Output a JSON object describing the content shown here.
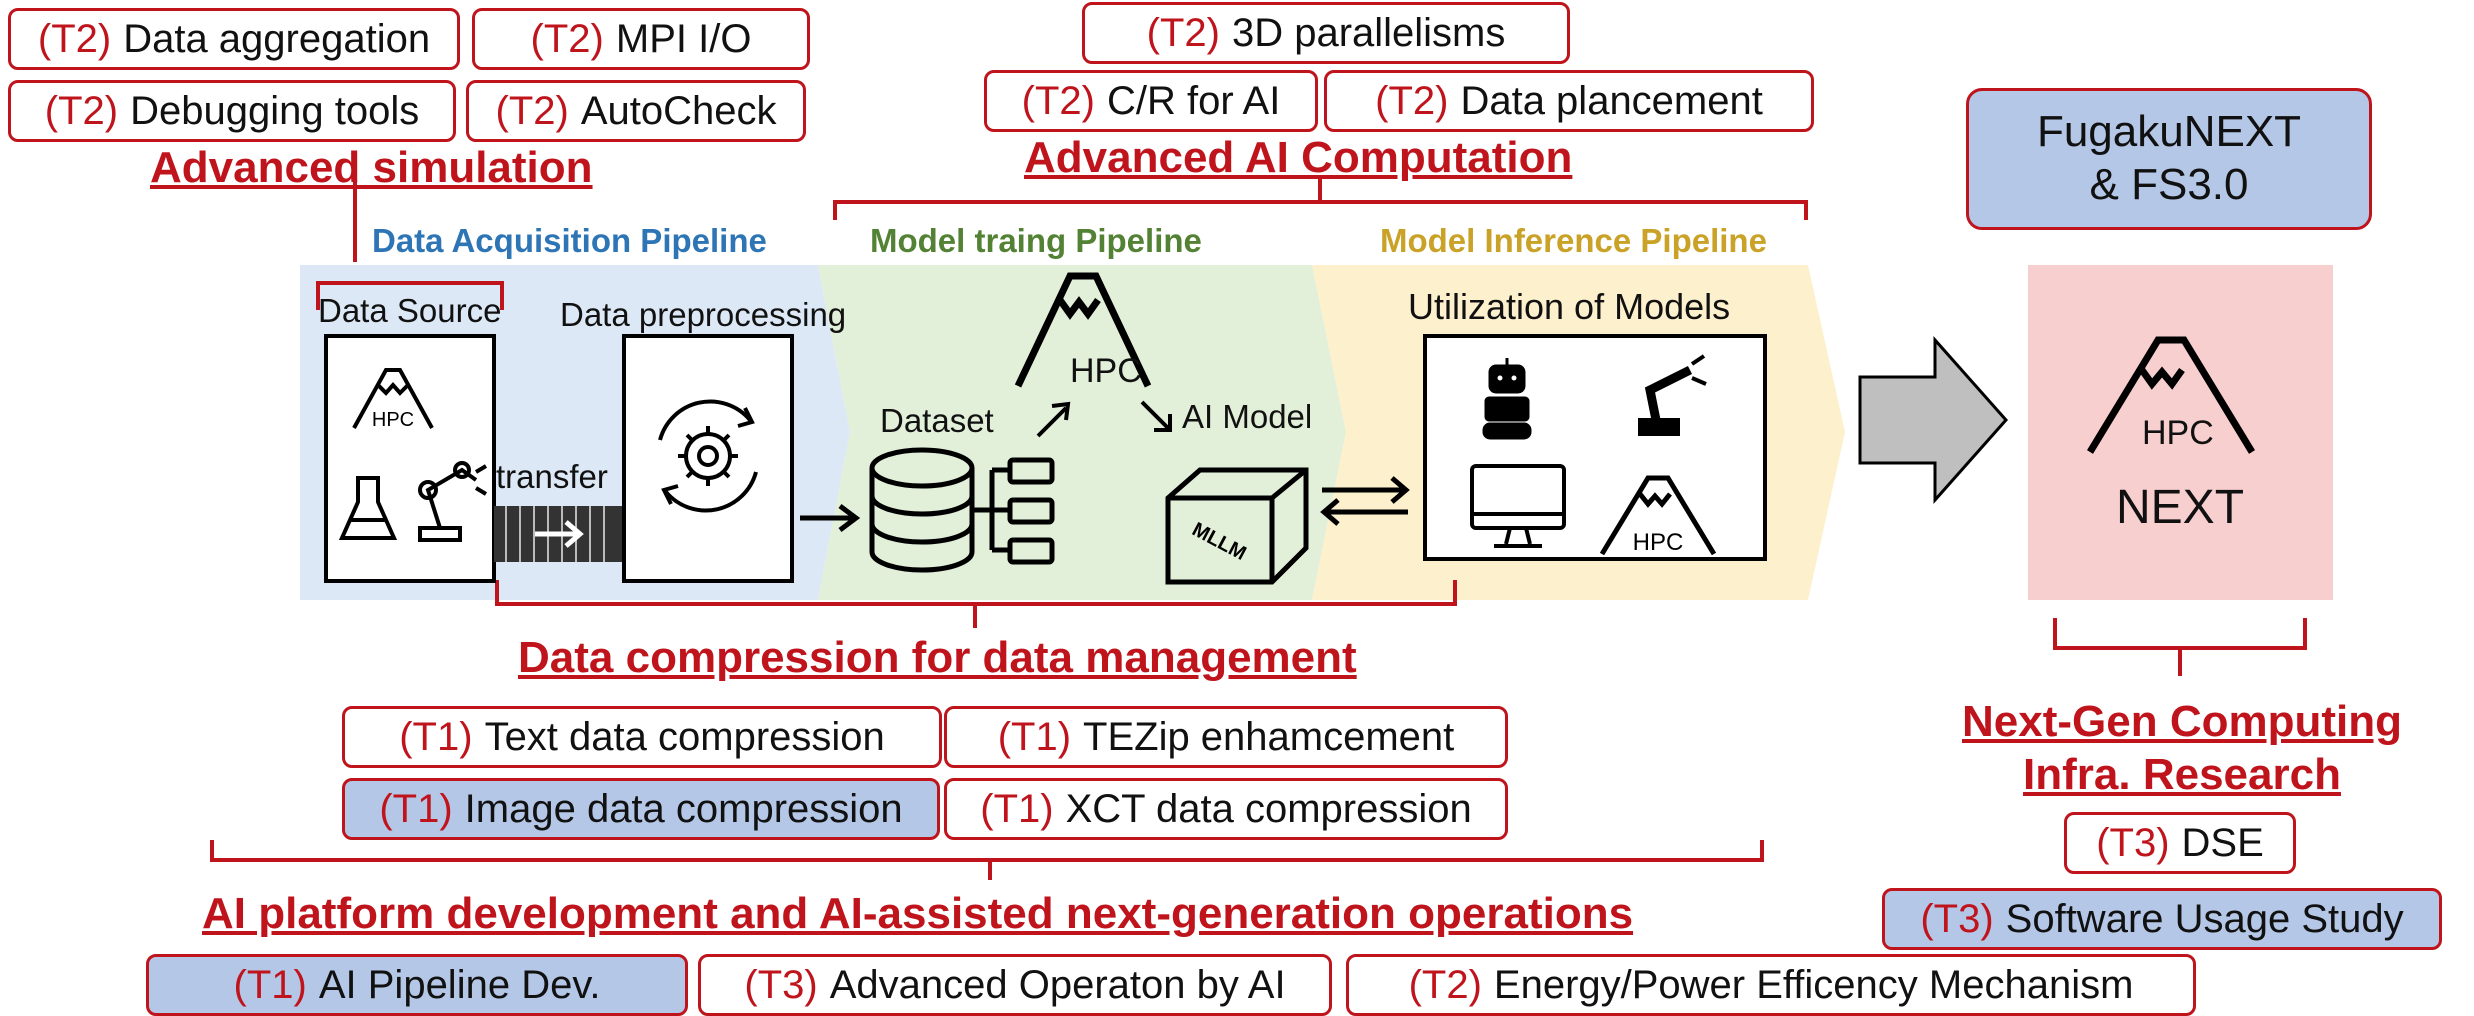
{
  "colors": {
    "accent_red": "#c0141c",
    "highlight_blue": "#b4c7e7",
    "acquisition_bg": "#dce8f5",
    "training_bg": "#e2efd9",
    "inference_bg": "#fdf0cc",
    "next_bg": "#f8cfcf",
    "acquisition_title": "#2e75b6",
    "training_title": "#548235",
    "inference_title": "#c9a227",
    "arrow_gray": "#bfbfbf"
  },
  "advanced_simulation": {
    "heading": "Advanced simulation",
    "items": [
      {
        "tag": "(T2)",
        "text": "Data aggregation"
      },
      {
        "tag": "(T2)",
        "text": "MPI I/O"
      },
      {
        "tag": "(T2)",
        "text": "Debugging tools"
      },
      {
        "tag": "(T2)",
        "text": "AutoCheck"
      }
    ]
  },
  "advanced_ai": {
    "heading": "Advanced AI Computation",
    "items": [
      {
        "tag": "(T2)",
        "text": "3D parallelisms"
      },
      {
        "tag": "(T2)",
        "text": "C/R for AI"
      },
      {
        "tag": "(T2)",
        "text": "Data plancement"
      }
    ]
  },
  "fugaku": {
    "line1": "FugakuNEXT",
    "line2": "& FS3.0"
  },
  "pipelines": {
    "acquisition": "Data Acquisition Pipeline",
    "training": "Model traing Pipeline",
    "inference": "Model Inference Pipeline"
  },
  "diagram": {
    "data_source": "Data Source",
    "data_preprocessing": "Data preprocessing",
    "transfer": "transfer",
    "dataset": "Dataset",
    "hpc": "HPC",
    "ai_model": "AI Model",
    "mllm": "MLLM",
    "utilization": "Utilization of Models",
    "next": "NEXT",
    "icons": [
      "mountain-hpc-icon",
      "flask-icon",
      "robot-arm-icon",
      "gear-cycle-icon",
      "database-icon",
      "cube-icon",
      "robot-icon",
      "monitor-icon",
      "arrow-right-icon"
    ]
  },
  "compression": {
    "heading": "Data compression for data management",
    "items": [
      {
        "tag": "(T1)",
        "text": "Text data compression"
      },
      {
        "tag": "(T1)",
        "text": "TEZip enhamcement"
      },
      {
        "tag": "(T1)",
        "text": "Image data compression"
      },
      {
        "tag": "(T1)",
        "text": "XCT data compression"
      }
    ]
  },
  "next_gen": {
    "heading_line1": "Next-Gen Computing",
    "heading_line2": "Infra. Research",
    "items": [
      {
        "tag": "(T3)",
        "text": "DSE"
      },
      {
        "tag": "(T3)",
        "text": "Software Usage Study"
      }
    ]
  },
  "ai_platform": {
    "heading": "AI platform development and AI-assisted next-generation operations",
    "items": [
      {
        "tag": "(T1)",
        "text": "AI Pipeline Dev."
      },
      {
        "tag": "(T3)",
        "text": "Advanced Operaton by AI"
      },
      {
        "tag": "(T2)",
        "text": "Energy/Power Efficency Mechanism"
      }
    ]
  }
}
